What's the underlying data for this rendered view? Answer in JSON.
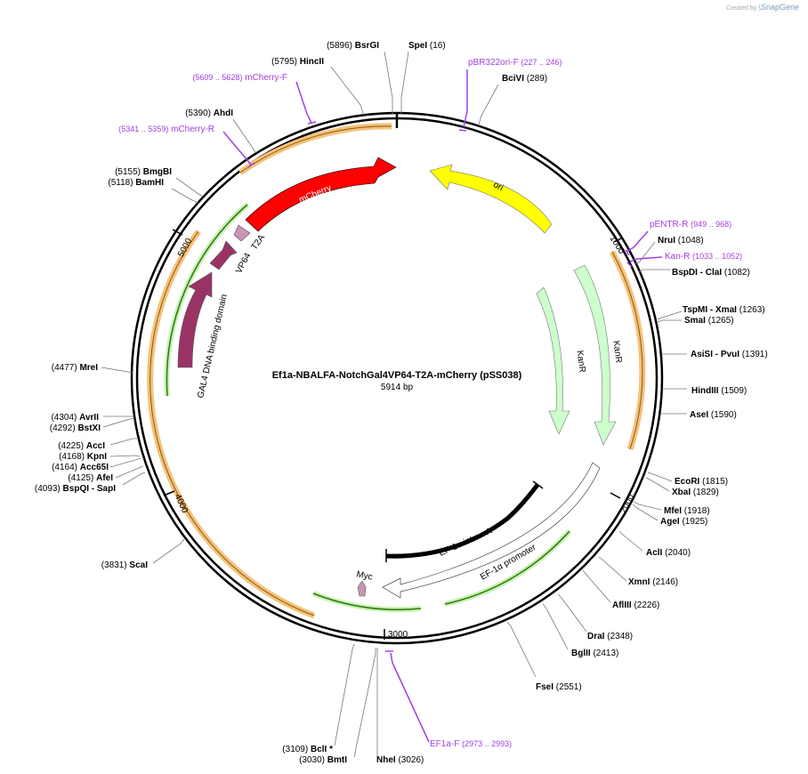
{
  "credit": {
    "prefix": "Created by",
    "brand": "SnapGene"
  },
  "plasmid": {
    "name": "Ef1a-NBALFA-NotchGal4VP64-T2A-mCherry (pSS038)",
    "size_label": "5914 bp",
    "length": 5914
  },
  "ticks": [
    {
      "pos": 1000,
      "label": "1000"
    },
    {
      "pos": 2000,
      "label": "2000"
    },
    {
      "pos": 3000,
      "label": "3000"
    },
    {
      "pos": 4000,
      "label": "4000"
    },
    {
      "pos": 5000,
      "label": "5000"
    }
  ],
  "enzymes": [
    {
      "name": "BsrGI",
      "pos": "(5896)",
      "side": "left"
    },
    {
      "name": "SpeI",
      "pos": "(16)",
      "side": "right"
    },
    {
      "name": "HincII",
      "pos": "(5795)",
      "side": "left"
    },
    {
      "name": "BciVI",
      "pos": "(289)",
      "side": "right"
    },
    {
      "name": "AhdI",
      "pos": "(5390)",
      "side": "left"
    },
    {
      "name": "BmgBI",
      "pos": "(5155)",
      "side": "left"
    },
    {
      "name": "BamHI",
      "pos": "(5118)",
      "side": "left"
    },
    {
      "name": "NruI",
      "pos": "(1048)",
      "side": "right"
    },
    {
      "name": "BspDI - ClaI",
      "pos": "(1082)",
      "side": "right"
    },
    {
      "name": "TspMI - XmaI",
      "pos": "(1263)",
      "side": "right"
    },
    {
      "name": "SmaI",
      "pos": "(1265)",
      "side": "right"
    },
    {
      "name": "AsiSI - PvuI",
      "pos": "(1391)",
      "side": "right"
    },
    {
      "name": "HindIII",
      "pos": "(1509)",
      "side": "right"
    },
    {
      "name": "AseI",
      "pos": "(1590)",
      "side": "right"
    },
    {
      "name": "EcoRI",
      "pos": "(1815)",
      "side": "right"
    },
    {
      "name": "XbaI",
      "pos": "(1829)",
      "side": "right"
    },
    {
      "name": "MfeI",
      "pos": "(1918)",
      "side": "right"
    },
    {
      "name": "AgeI",
      "pos": "(1925)",
      "side": "right"
    },
    {
      "name": "AclI",
      "pos": "(2040)",
      "side": "right"
    },
    {
      "name": "XmnI",
      "pos": "(2146)",
      "side": "right"
    },
    {
      "name": "AflIII",
      "pos": "(2226)",
      "side": "right"
    },
    {
      "name": "DraI",
      "pos": "(2348)",
      "side": "right"
    },
    {
      "name": "BglII",
      "pos": "(2413)",
      "side": "right"
    },
    {
      "name": "FseI",
      "pos": "(2551)",
      "side": "right"
    },
    {
      "name": "NheI",
      "pos": "(3026)",
      "side": "right"
    },
    {
      "name": "BmtI",
      "pos": "(3030)",
      "side": "left"
    },
    {
      "name": "BclI *",
      "pos": "(3109)",
      "side": "left"
    },
    {
      "name": "ScaI",
      "pos": "(3831)",
      "side": "left"
    },
    {
      "name": "BspQI - SapI",
      "pos": "(4093)",
      "side": "left"
    },
    {
      "name": "AfeI",
      "pos": "(4125)",
      "side": "left"
    },
    {
      "name": "Acc65I",
      "pos": "(4164)",
      "side": "left"
    },
    {
      "name": "KpnI",
      "pos": "(4168)",
      "side": "left"
    },
    {
      "name": "AccI",
      "pos": "(4225)",
      "side": "left"
    },
    {
      "name": "BstXI",
      "pos": "(4292)",
      "side": "left"
    },
    {
      "name": "AvrII",
      "pos": "(4304)",
      "side": "left"
    },
    {
      "name": "MreI",
      "pos": "(4477)",
      "side": "left"
    }
  ],
  "primers": [
    {
      "name": "mCherry-F",
      "range": "(5609 .. 5628)",
      "side": "left"
    },
    {
      "name": "mCherry-R",
      "range": "(5341 .. 5359)",
      "side": "left"
    },
    {
      "name": "pBR322ori-F",
      "range": "(227 .. 246)",
      "side": "right"
    },
    {
      "name": "pENTR-R",
      "range": "(949 .. 968)",
      "side": "right"
    },
    {
      "name": "Kan-R",
      "range": "(1033 .. 1052)",
      "side": "right"
    },
    {
      "name": "EF1a-F",
      "range": "(2973 .. 2993)",
      "side": "right"
    }
  ],
  "features": [
    {
      "name": "mCherry",
      "color": "#ff0000"
    },
    {
      "name": "ori",
      "color": "#ffff00"
    },
    {
      "name": "KanR",
      "color": "#ccffcc"
    },
    {
      "name": "KanR",
      "color": "#ccffcc"
    },
    {
      "name": "T2A",
      "color": "#c896b4"
    },
    {
      "name": "VP64",
      "color": "#993366"
    },
    {
      "name": "GAL4 DNA binding domain",
      "color": "#993366"
    },
    {
      "name": "EF-1α intron A",
      "color": "#000000"
    },
    {
      "name": "EF-1α promoter",
      "color": "#ffffff"
    },
    {
      "name": "Myc",
      "color": "#c896b4"
    }
  ]
}
